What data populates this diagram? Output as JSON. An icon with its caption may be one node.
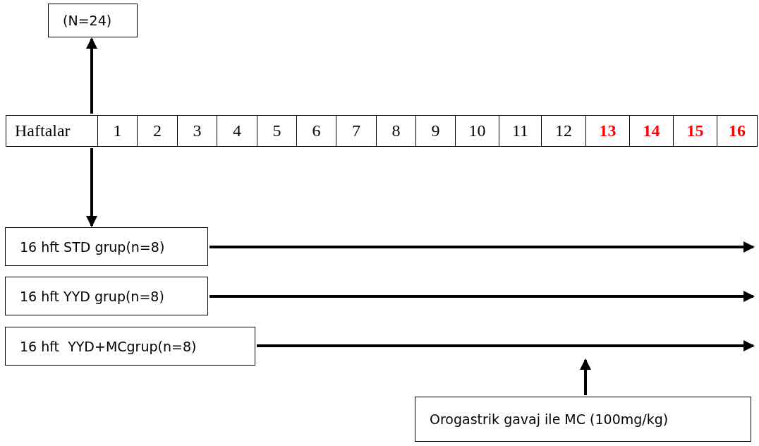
{
  "diagram": {
    "nodes": [
      {
        "text": [
          "(N=24)"
        ]
      },
      {
        "text": [
          "Haftalar"
        ]
      },
      {
        "text": [
          "1"
        ]
      },
      {
        "text": [
          "2"
        ]
      },
      {
        "text": [
          "3"
        ]
      },
      {
        "text": [
          "4"
        ]
      },
      {
        "text": [
          "5"
        ]
      },
      {
        "text": [
          "6"
        ]
      },
      {
        "text": [
          "7"
        ]
      },
      {
        "text": [
          "8"
        ]
      },
      {
        "text": [
          "9"
        ]
      },
      {
        "text": [
          "10"
        ]
      },
      {
        "text": [
          "11"
        ]
      },
      {
        "text": [
          "12"
        ]
      },
      {
        "text": [
          "13"
        ]
      },
      {
        "text": [
          "14"
        ]
      },
      {
        "text": [
          "15"
        ]
      },
      {
        "text": [
          "16"
        ]
      },
      {
        "text": [
          "16 hft STD grup(n=8)"
        ]
      },
      {
        "text": [
          "16 hft YYD grup(n=8)"
        ]
      },
      {
        "text": [
          "16 hft  YYD+MCgrup(n=8)"
        ]
      },
      {
        "text": [
          "Orogastrik gavaj ile MC (100mg/kg)"
        ]
      }
    ],
    "edges": [
      {
        "from": 1,
        "to": 0,
        "arrow": "to"
      },
      {
        "from": 1,
        "to": 18,
        "arrow": "to"
      },
      {
        "from": 18,
        "to": null,
        "arrow": "to"
      },
      {
        "from": 19,
        "to": null,
        "arrow": "to"
      },
      {
        "from": 20,
        "to": null,
        "arrow": "to"
      },
      {
        "from": 21,
        "to": null,
        "arrow": "to"
      }
    ]
  }
}
